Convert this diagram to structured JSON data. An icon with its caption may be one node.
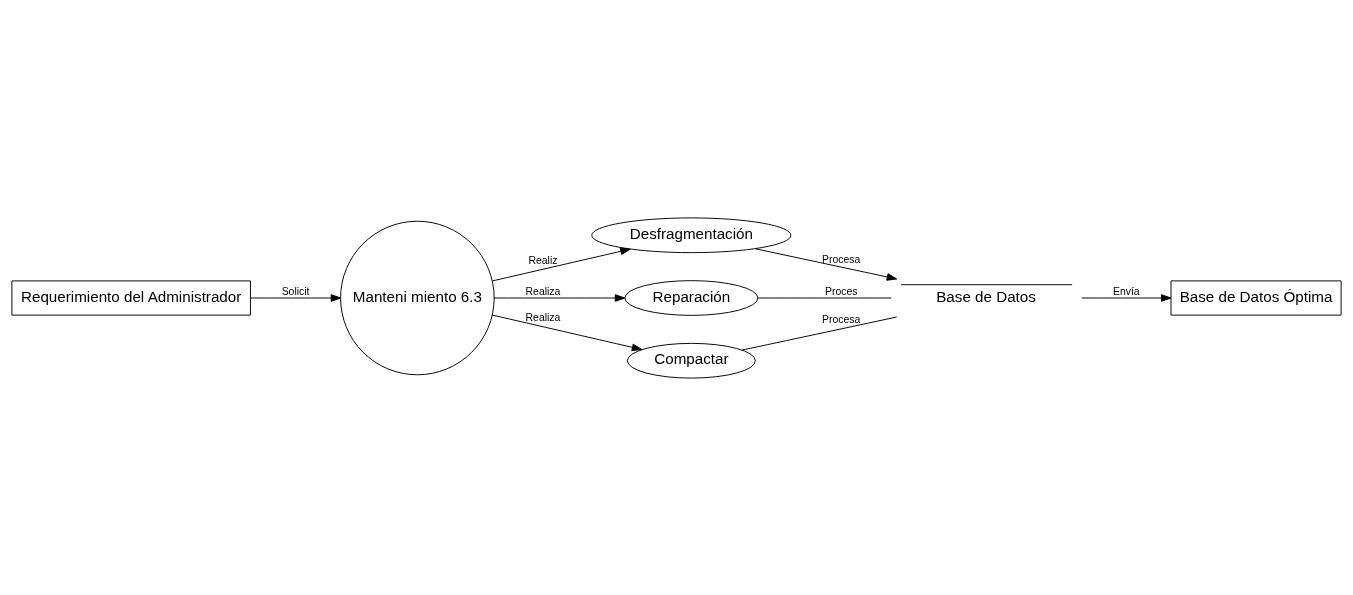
{
  "diagram": {
    "nodes": [
      {
        "text": [
          "Requerimiento del Administrador"
        ]
      },
      {
        "text": [
          "Manteni miento 6.3"
        ]
      },
      {
        "text": [
          "Desfragmentación"
        ]
      },
      {
        "text": [
          "Reparación"
        ]
      },
      {
        "text": [
          "Compactar"
        ]
      },
      {
        "text": [
          "Base de Datos"
        ]
      },
      {
        "text": [
          "Base de Datos Óptima"
        ]
      }
    ],
    "edges": [
      {
        "from": 0,
        "to": 1,
        "arrow": "to",
        "label": "Solicit"
      },
      {
        "from": 1,
        "to": 2,
        "arrow": "to",
        "label": "Realiz"
      },
      {
        "from": 1,
        "to": 3,
        "arrow": "to",
        "label": "Realiza"
      },
      {
        "from": 1,
        "to": 4,
        "arrow": "to",
        "label": "Realiza"
      },
      {
        "from": 2,
        "to": 5,
        "arrow": "to",
        "label": "Procesa"
      },
      {
        "from": 3,
        "to": 5,
        "arrow": "none",
        "label": "Proces"
      },
      {
        "from": 4,
        "to": 5,
        "arrow": "none",
        "label": "Procesa"
      },
      {
        "from": 5,
        "to": 6,
        "arrow": "to",
        "label": "Envía"
      }
    ]
  }
}
